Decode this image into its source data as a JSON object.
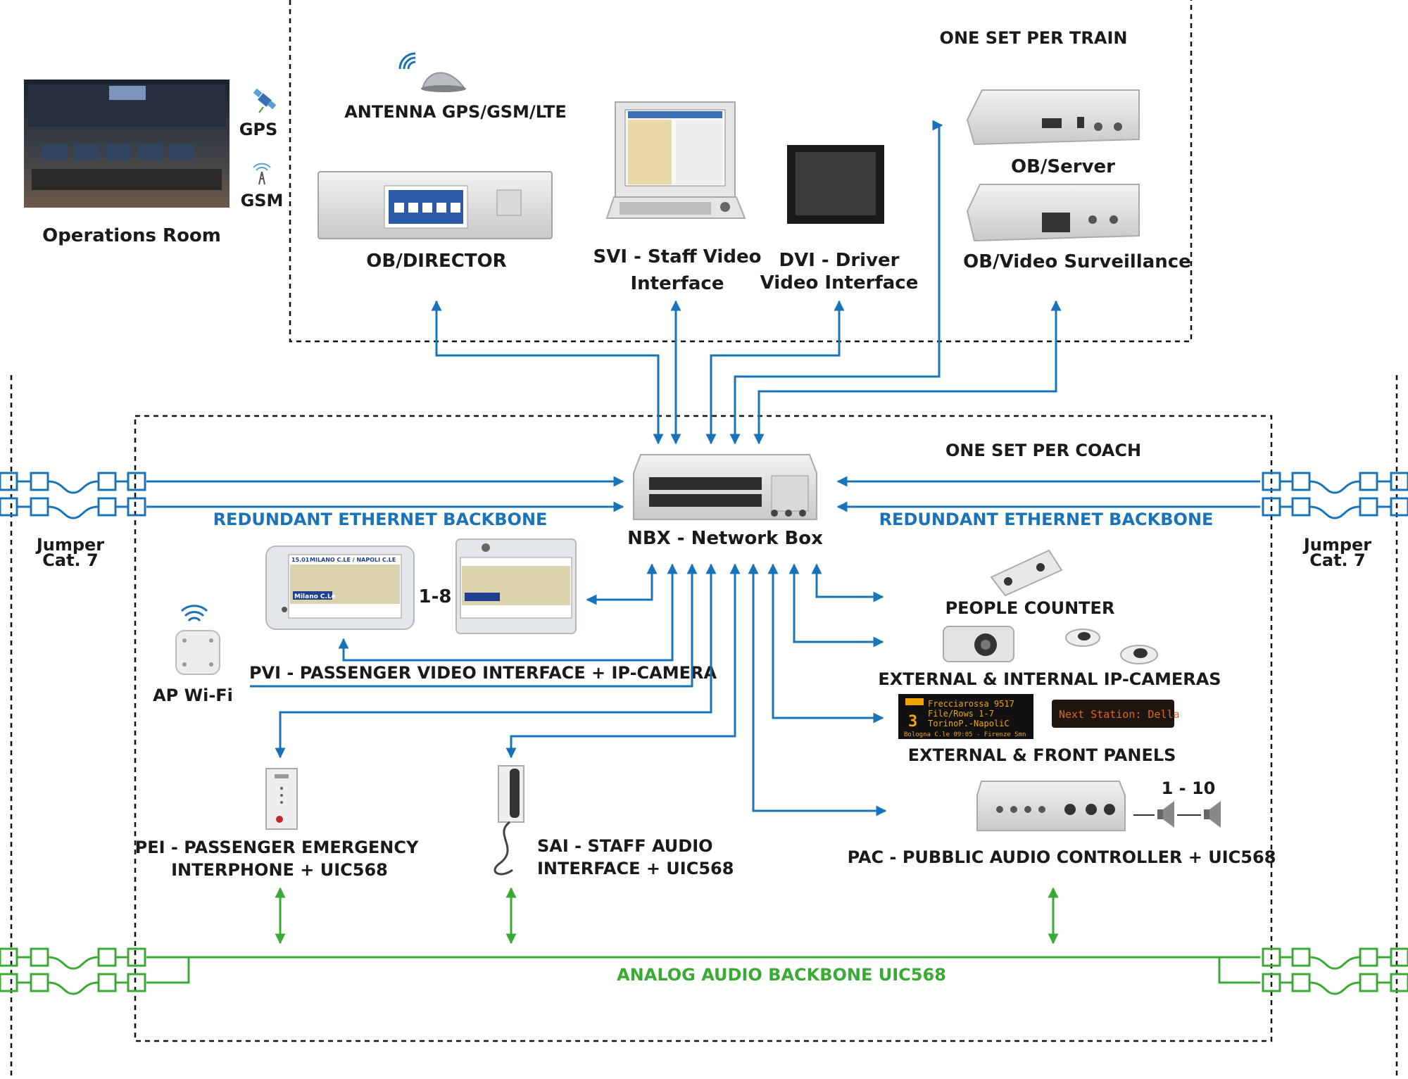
{
  "colors": {
    "ethernet": "#1a73b8",
    "audio": "#3aaa35",
    "text": "#1a1a1a",
    "border": "#111111"
  },
  "labels": {
    "operations_room": "Operations Room",
    "gps": "GPS",
    "gsm": "GSM",
    "one_set_per_train": "ONE SET PER TRAIN",
    "one_set_per_coach": "ONE SET PER COACH",
    "antenna": "ANTENNA GPS/GSM/LTE",
    "ob_director": "OB/DIRECTOR",
    "svi_line1": "SVI - Staff Video",
    "svi_line2": "Interface",
    "dvi_line1": "DVI - Driver",
    "dvi_line2": "Video Interface",
    "ob_server": "OB/Server",
    "ob_video": "OB/Video Surveillance",
    "nbx": "NBX - Network Box",
    "redundant_left": "REDUNDANT ETHERNET BACKBONE",
    "redundant_right": "REDUNDANT ETHERNET BACKBONE",
    "jumper_left_line1": "Jumper",
    "jumper_left_line2": "Cat. 7",
    "jumper_right_line1": "Jumper",
    "jumper_right_line2": "Cat. 7",
    "pvi_count": "1-8",
    "pvi": "PVI - PASSENGER VIDEO INTERFACE + IP-CAMERA",
    "ap_wifi": "AP Wi-Fi",
    "people_counter": "PEOPLE COUNTER",
    "ip_cameras": "EXTERNAL & INTERNAL IP-CAMERAS",
    "panels": "EXTERNAL & FRONT PANELS",
    "speaker_count": "1 - 10",
    "pac": "PAC - PUBBLIC AUDIO CONTROLLER + UIC568",
    "pei_line1": "PEI - PASSENGER EMERGENCY",
    "pei_line2": "INTERPHONE + UIC568",
    "sai_line1": "SAI - STAFF AUDIO",
    "sai_line2": "INTERFACE + UIC568",
    "analog": "ANALOG AUDIO BACKBONE UIC568"
  },
  "screens": {
    "pvi_time": "15.01",
    "pvi_route": "MILANO C.LE / NAPOLI C.LE",
    "pvi_station": "Milano C.Le",
    "panel_line1": "Frecciarossa 9517",
    "panel_line2": "File/Rows 1-7",
    "panel_line3": "TorinoP.-NapoliC",
    "panel_line4": "Bologna C.le 09:05 - Firenze Smn",
    "panel_number": "3",
    "panel_front": "Next Station: Della"
  }
}
